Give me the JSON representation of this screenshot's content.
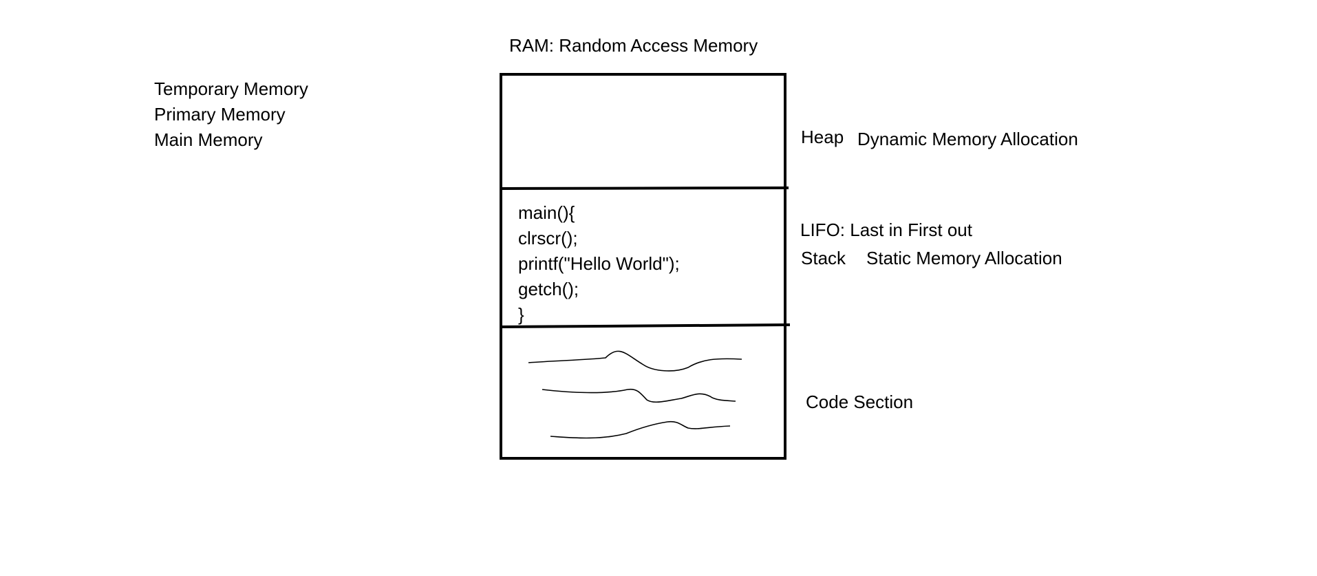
{
  "title": "RAM: Random Access Memory",
  "memory_names": [
    "Temporary Memory",
    "Primary Memory",
    "Main Memory"
  ],
  "heap": {
    "label": "Heap",
    "description": "Dynamic Memory Allocation"
  },
  "stack": {
    "order_note": "LIFO: Last in First out",
    "label": "Stack",
    "description": "Static Memory Allocation",
    "code_lines": [
      "main(){",
      "clrscr();",
      "printf(\"Hello World\");",
      "getch();",
      "}"
    ]
  },
  "code_section": {
    "label": "Code Section"
  }
}
